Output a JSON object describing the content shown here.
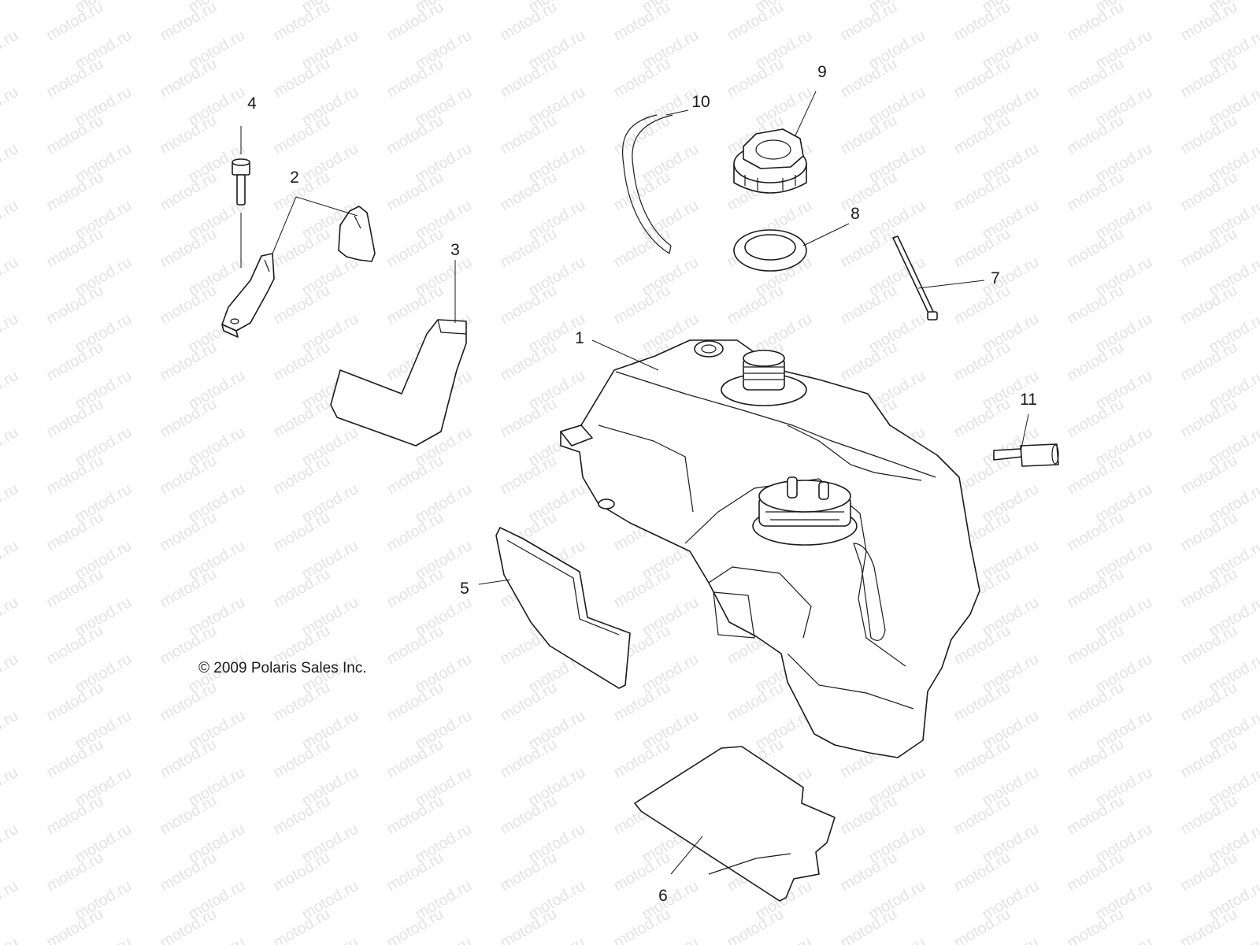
{
  "watermark": "motod.ru",
  "copyright": "© 2009 Polaris Sales Inc.",
  "callouts": {
    "c1": "1",
    "c2": "2",
    "c3": "3",
    "c4": "4",
    "c5": "5",
    "c6": "6",
    "c7": "7",
    "c8": "8",
    "c9": "9",
    "c10": "10",
    "c11": "11"
  },
  "colors": {
    "line": "#1a1a1a",
    "watermark": "#e3e3e3",
    "background": "#ffffff"
  }
}
